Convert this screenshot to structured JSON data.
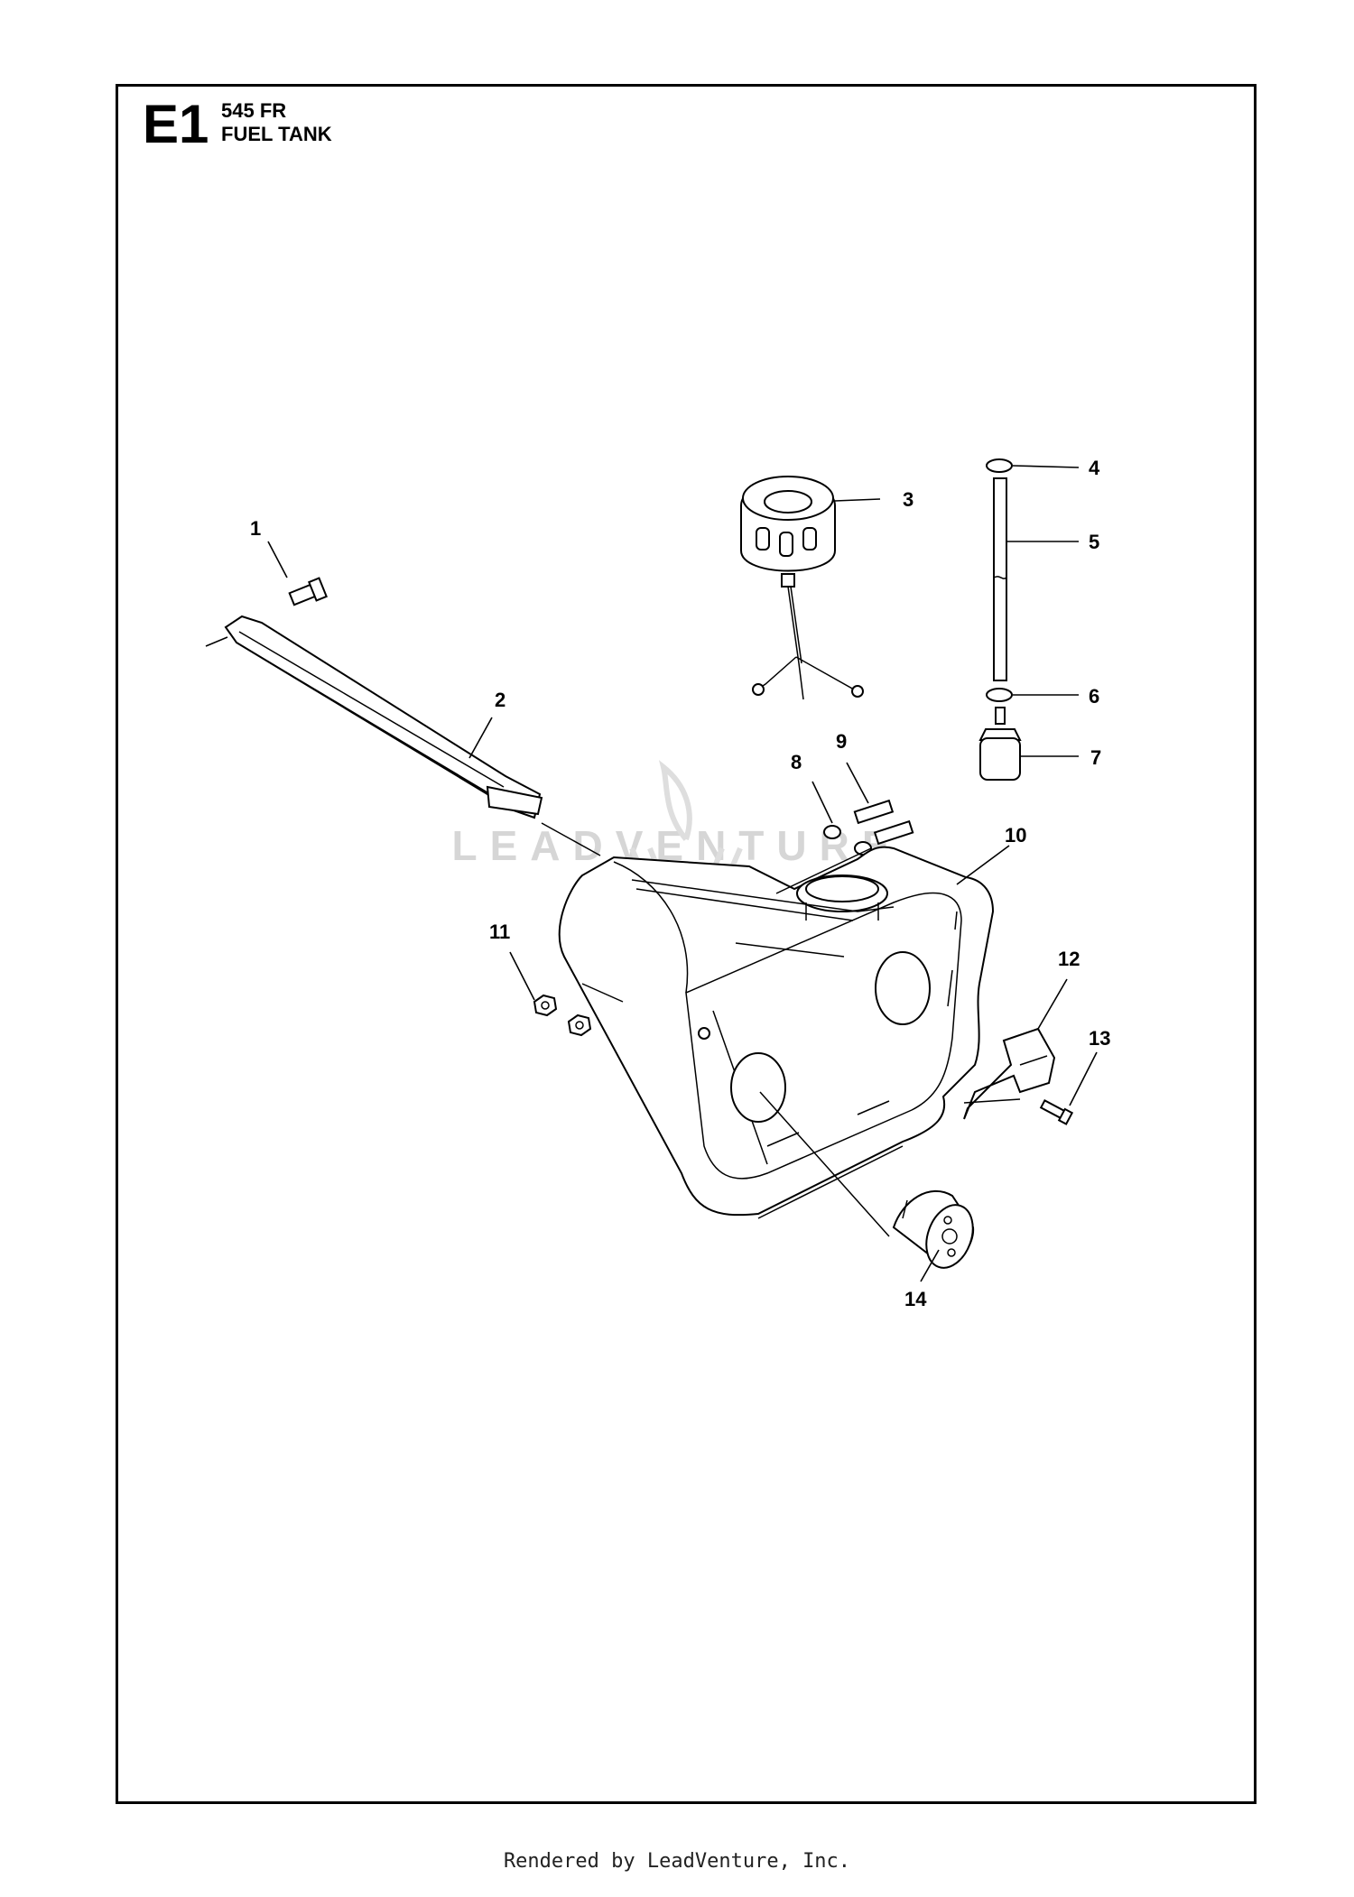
{
  "header": {
    "section_code": "E1",
    "model": "545 FR",
    "title": "FUEL TANK"
  },
  "callouts": [
    "1",
    "2",
    "3",
    "4",
    "5",
    "6",
    "7",
    "8",
    "9",
    "10",
    "11",
    "12",
    "13",
    "14"
  ],
  "watermark": "LEADVENTURE",
  "footer": "Rendered by LeadVenture, Inc."
}
